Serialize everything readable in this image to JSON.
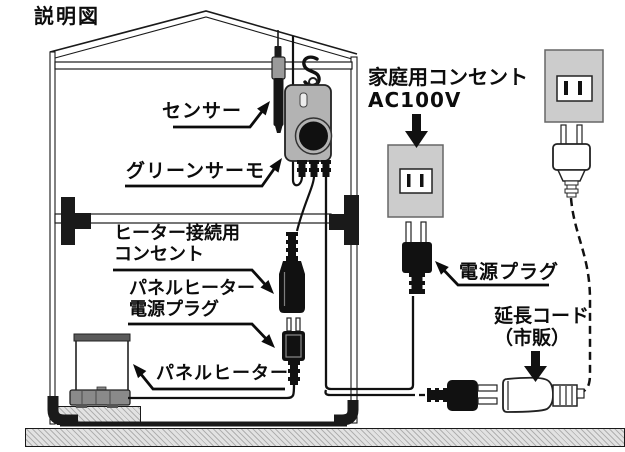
{
  "title": "説明図",
  "labels": {
    "sensor": "センサー",
    "green_thermo": "グリーンサーモ",
    "household_outlet_line1": "家庭用コンセント",
    "household_outlet_line2": "AC100V",
    "heater_outlet_line1": "ヒーター接続用",
    "heater_outlet_line2": "コンセント",
    "panel_heater_plug_line1": "パネルヒーター",
    "panel_heater_plug_line2": "電源プラグ",
    "panel_heater": "パネルヒーター",
    "power_plug": "電源プラグ",
    "extension_line1": "延長コード",
    "extension_line2": "（市販）"
  },
  "colors": {
    "line": "#111111",
    "device_gray": "#b3b3b3",
    "outlet_plate_gray": "#cccccc",
    "ground_gray": "#e2e2e2",
    "background": "#ffffff"
  }
}
